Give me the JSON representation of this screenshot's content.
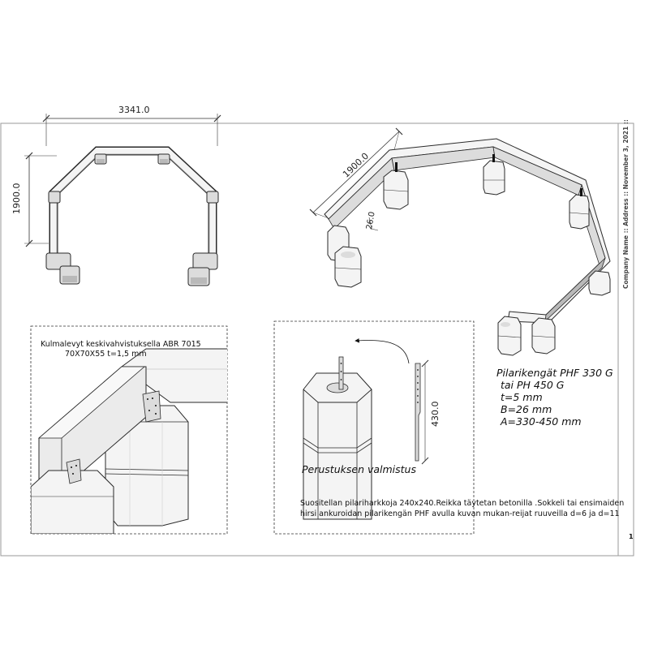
{
  "dimensions": {
    "plan_width": "3341.0",
    "plan_depth": "1900.0",
    "iso_side": "1900.0",
    "iso_angle": "26.0",
    "bracket_length": "430.0"
  },
  "detail_corner": {
    "line1": "Kulmalevyt keskivahvistuksella ABR 7015",
    "line2": "70X70X55 t=1,5 mm"
  },
  "detail_foundation": {
    "label": "Perustuksen valmistus",
    "note_line1": "Suositellan pilariharkkoja 240x240.Reikka täytetan betonilla .Sokkeli tai ensimaiden",
    "note_line2": "hirsi ankuroidan pilarikengän PHF avulla kuvan mukan-reijat ruuveilla d=6 ja d=11"
  },
  "spec": {
    "line1": "Pilarikengät PHF 330 G",
    "line2": "tai PH 450 G",
    "line3": "t=5 mm",
    "line4": "B=26 mm",
    "line5": "A=330-450 mm"
  },
  "title_block": {
    "meta": "Company Name  ::  Address  ::  November 3, 2021  ::",
    "page": "1"
  },
  "colors": {
    "line": "#2a2a2a",
    "face_light": "#f4f4f4",
    "face_mid": "#dcdcdc",
    "face_dark": "#b9b9b9",
    "frame": "#9a9a9a"
  }
}
